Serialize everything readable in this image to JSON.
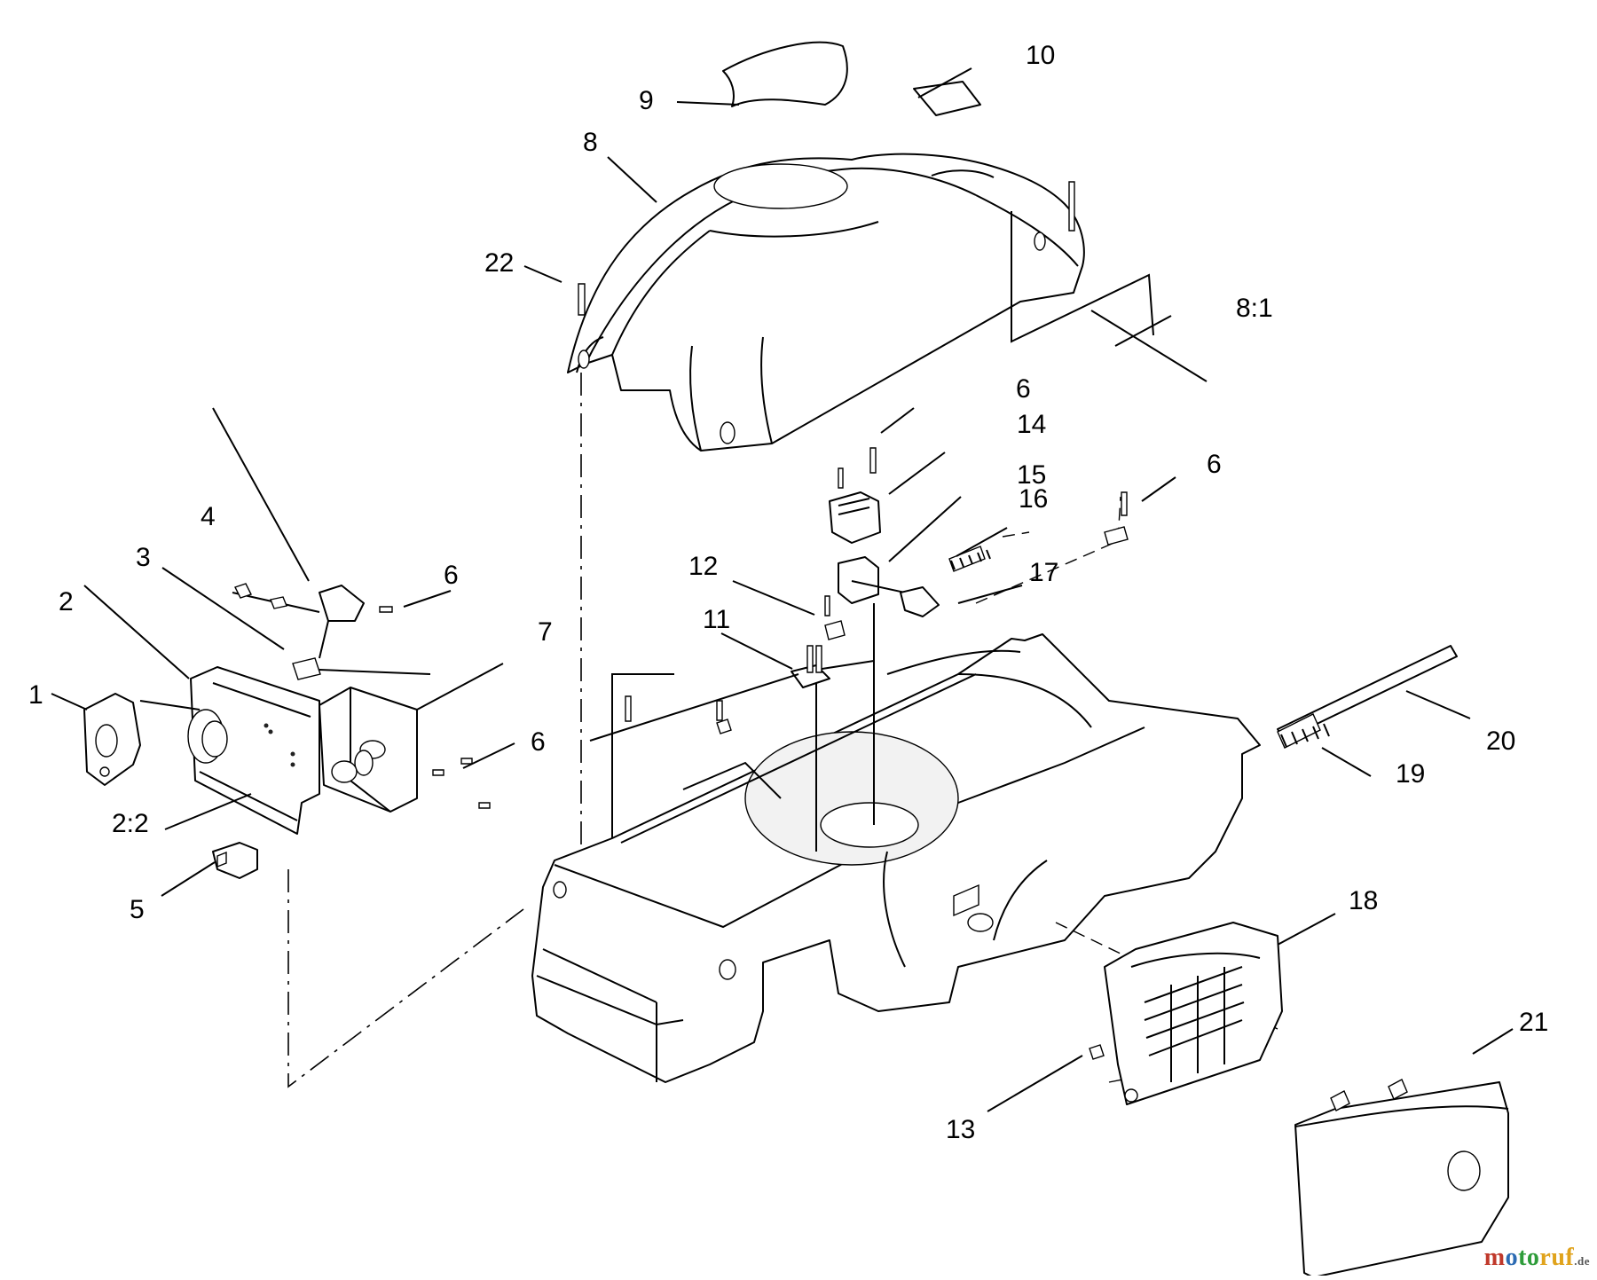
{
  "diagram": {
    "callouts": [
      {
        "id": "c1",
        "text": "1"
      },
      {
        "id": "c2",
        "text": "2"
      },
      {
        "id": "c2_2",
        "text": "2:2"
      },
      {
        "id": "c3",
        "text": "3"
      },
      {
        "id": "c4",
        "text": "4"
      },
      {
        "id": "c5",
        "text": "5"
      },
      {
        "id": "c6a",
        "text": "6"
      },
      {
        "id": "c6b",
        "text": "6"
      },
      {
        "id": "c6c",
        "text": "6"
      },
      {
        "id": "c6d",
        "text": "6"
      },
      {
        "id": "c7",
        "text": "7"
      },
      {
        "id": "c8",
        "text": "8"
      },
      {
        "id": "c8_1",
        "text": "8:1"
      },
      {
        "id": "c9",
        "text": "9"
      },
      {
        "id": "c10",
        "text": "10"
      },
      {
        "id": "c11",
        "text": "11"
      },
      {
        "id": "c12",
        "text": "12"
      },
      {
        "id": "c13",
        "text": "13"
      },
      {
        "id": "c14",
        "text": "14"
      },
      {
        "id": "c15",
        "text": "15"
      },
      {
        "id": "c16",
        "text": "16"
      },
      {
        "id": "c17",
        "text": "17"
      },
      {
        "id": "c18",
        "text": "18"
      },
      {
        "id": "c19",
        "text": "19"
      },
      {
        "id": "c20",
        "text": "20"
      },
      {
        "id": "c21",
        "text": "21"
      },
      {
        "id": "c22",
        "text": "22"
      }
    ]
  },
  "watermark": {
    "m1": "m",
    "m2": "o",
    "m3": "to",
    "m4": "ruf",
    "suffix": ".de"
  }
}
